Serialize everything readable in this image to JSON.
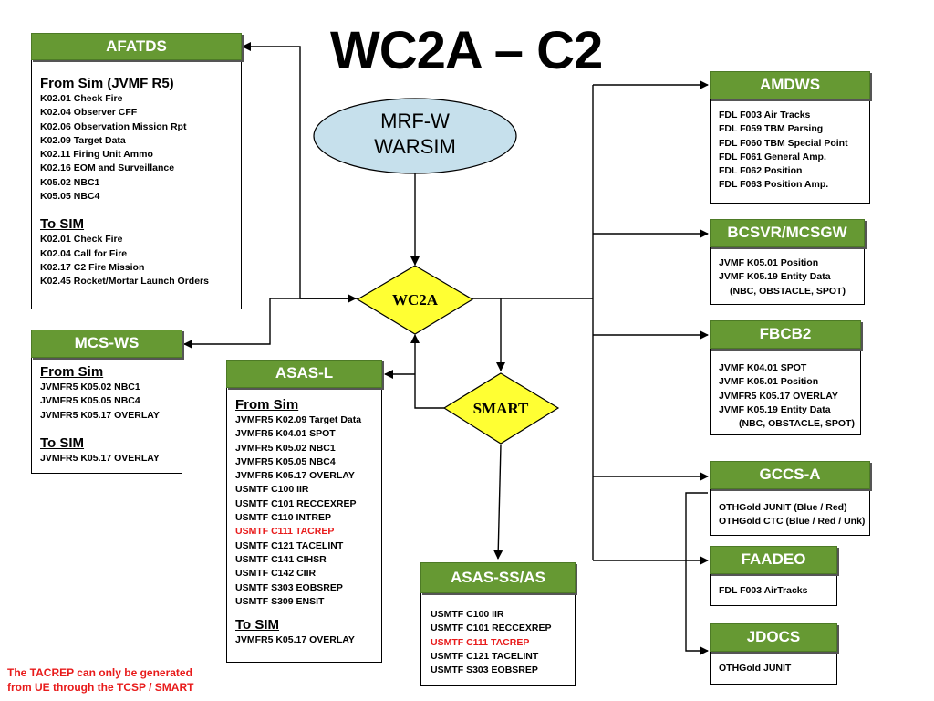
{
  "title": "WC2A – C2",
  "center_nodes": {
    "mrf": {
      "line1": "MRF-W",
      "line2": "WARSIM"
    },
    "wc2a": "WC2A",
    "smart": "SMART"
  },
  "afatds": {
    "header": "AFATDS",
    "from_title": "From Sim (JVMF R5)",
    "from_items": [
      "K02.01 Check Fire",
      "K02.04 Observer CFF",
      "K02.06 Observation Mission Rpt",
      "K02.09 Target Data",
      "K02.11 Firing Unit Ammo",
      "K02.16 EOM and Surveillance",
      "K05.02 NBC1",
      "K05.05 NBC4"
    ],
    "to_title": "To SIM",
    "to_items": [
      "K02.01 Check Fire",
      "K02.04 Call for Fire",
      "K02.17 C2 Fire Mission",
      "K02.45 Rocket/Mortar Launch Orders"
    ]
  },
  "mcsws": {
    "header": "MCS-WS",
    "from_title": "From Sim",
    "from_items": [
      "JVMFR5 K05.02 NBC1",
      "JVMFR5 K05.05 NBC4",
      "JVMFR5 K05.17 OVERLAY"
    ],
    "to_title": "To SIM",
    "to_items": [
      "JVMFR5 K05.17 OVERLAY"
    ]
  },
  "asasl": {
    "header": "ASAS-L",
    "from_title": "From Sim",
    "from_items": [
      "JVMFR5 K02.09 Target Data",
      "JVMFR5 K04.01 SPOT",
      "JVMFR5 K05.02 NBC1",
      "JVMFR5 K05.05 NBC4",
      "JVMFR5 K05.17 OVERLAY",
      "USMTF C100 IIR",
      "USMTF C101 RECCEXREP",
      "USMTF C110 INTREP",
      "USMTF C111 TACREP",
      "USMTF C121 TACELINT",
      "USMTF C141 CIHSR",
      "USMTF C142 CIIR",
      "USMTF S303 EOBSREP",
      "USMTF S309 ENSIT"
    ],
    "to_title": "To SIM",
    "to_items": [
      "JVMFR5 K05.17 OVERLAY"
    ]
  },
  "asasss": {
    "header": "ASAS-SS/AS",
    "items": [
      "USMTF C100 IIR",
      "USMTF C101 RECCEXREP",
      "USMTF C111 TACREP",
      "USMTF C121 TACELINT",
      "USMTF S303 EOBSREP"
    ]
  },
  "amdws": {
    "header": "AMDWS",
    "items": [
      "FDL F003 Air Tracks",
      "FDL F059 TBM Parsing",
      "FDL F060 TBM Special Point",
      "FDL F061 General Amp.",
      "FDL F062 Position",
      "FDL F063 Position Amp."
    ]
  },
  "bcsvr": {
    "header": "BCSVR/MCSGW",
    "items": [
      "JVMF K05.01 Position",
      "JVMF K05.19 Entity Data",
      "(NBC, OBSTACLE, SPOT)"
    ]
  },
  "fbcb2": {
    "header": "FBCB2",
    "items": [
      "JVMF K04.01 SPOT",
      "JVMF K05.01 Position",
      "JVMFR5 K05.17 OVERLAY",
      "JVMF K05.19 Entity Data",
      "(NBC, OBSTACLE, SPOT)"
    ]
  },
  "gccsa": {
    "header": "GCCS-A",
    "items": [
      "OTHGold JUNIT (Blue / Red)",
      "OTHGold CTC (Blue / Red / Unk)"
    ]
  },
  "faadeo": {
    "header": "FAADEO",
    "items": [
      "FDL F003 AirTracks"
    ]
  },
  "jdocs": {
    "header": "JDOCS",
    "items": [
      "OTHGold JUNIT"
    ]
  },
  "note": {
    "line1": "The TACREP can only be generated",
    "line2": "from UE through the TCSP / SMART"
  },
  "colors": {
    "header_green": "#669933",
    "highlight_red": "#e81b1b",
    "mrf_fill": "#c6e0ec",
    "diamond_fill": "#ffff33"
  }
}
